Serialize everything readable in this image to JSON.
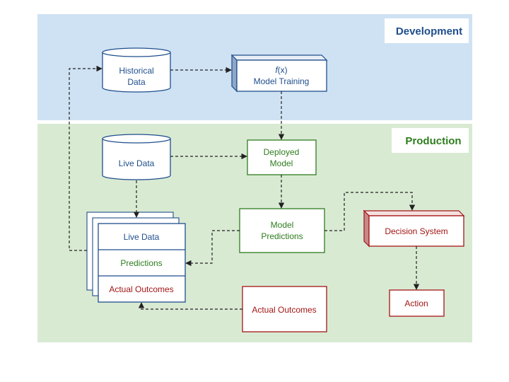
{
  "zones": {
    "development": "Development",
    "production": "Production"
  },
  "nodes": {
    "historical_data": [
      "Historical",
      "Data"
    ],
    "model_training": {
      "fx": "f",
      "fx_suffix": "(x)",
      "label": "Model Training"
    },
    "deployed_model": [
      "Deployed",
      "Model"
    ],
    "live_data": "Live Data",
    "model_predictions": [
      "Model",
      "Predictions"
    ],
    "decision_system": "Decision System",
    "action": "Action",
    "actual_outcomes": "Actual Outcomes"
  },
  "stack": {
    "rows": [
      "Live Data",
      "Predictions",
      "Actual Outcomes"
    ]
  },
  "colors": {
    "dev_bg": "#cfe2f3",
    "prod_bg": "#d9ead3",
    "blue": "#1f4e8c",
    "green": "#2e7d1e",
    "red": "#a31515"
  }
}
